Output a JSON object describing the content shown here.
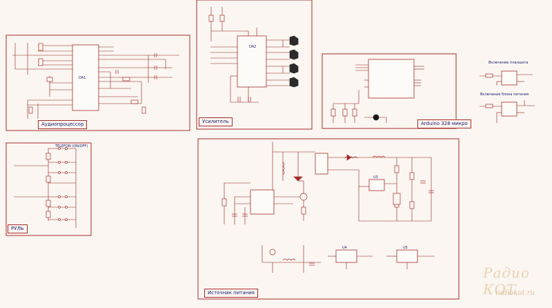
{
  "blocks": {
    "audio": "Аудиопроцессор",
    "amp": "Усилитель",
    "arduino": "Arduino 328 микро",
    "wheel": "РУЛЬ",
    "power": "Источник питания"
  },
  "captions": {
    "power_on_button": "Включение планшета",
    "power_on_supply": "Включение блока питания",
    "wheel_top": "TELEFON (ON/OFF)"
  },
  "chips": {
    "da1": "DA1",
    "da2": "DA2",
    "u4": "U4",
    "u5": "U5",
    "u3": "U3"
  },
  "watermark": {
    "line1": "Радио КОТ",
    "line2": "radiokot.ru"
  },
  "colors": {
    "frame": "#a52a2a",
    "wire": "#8b1a1a",
    "component": "#a52a2a",
    "text": "#1a1a6e",
    "background": "#fbf6f1"
  }
}
